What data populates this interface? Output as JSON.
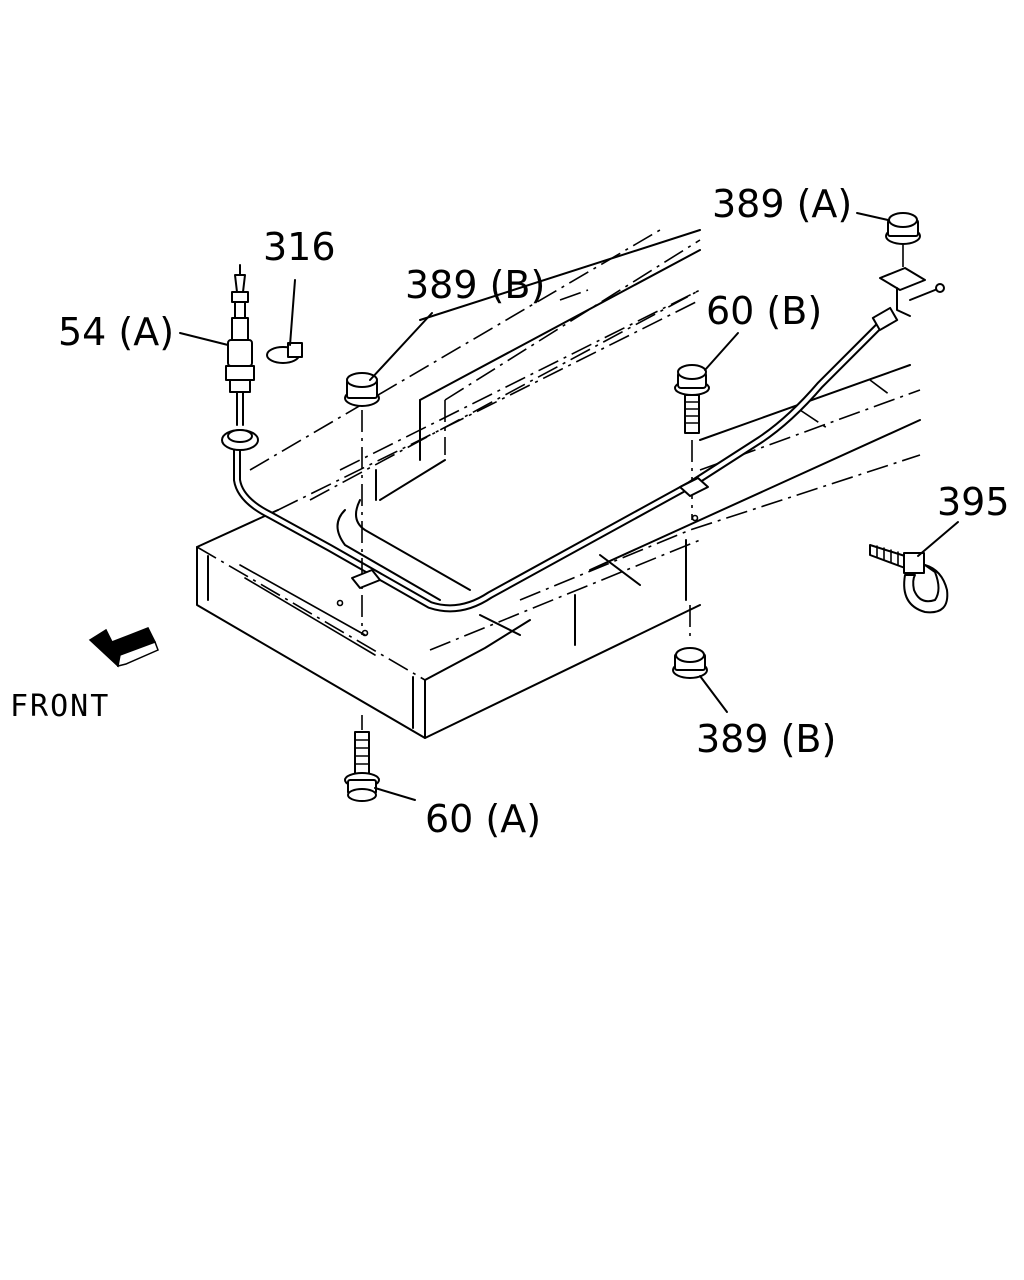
{
  "labels": {
    "part_316": "316",
    "part_54a": "54 (A)",
    "part_389b_top": "389 (B)",
    "part_389a": "389 (A)",
    "part_60b": "60 (B)",
    "part_395": "395",
    "part_389b_bottom": "389 (B)",
    "part_60a": "60 (A)",
    "front": "FRONT"
  },
  "colors": {
    "ink": "#000000",
    "paper": "#ffffff"
  }
}
